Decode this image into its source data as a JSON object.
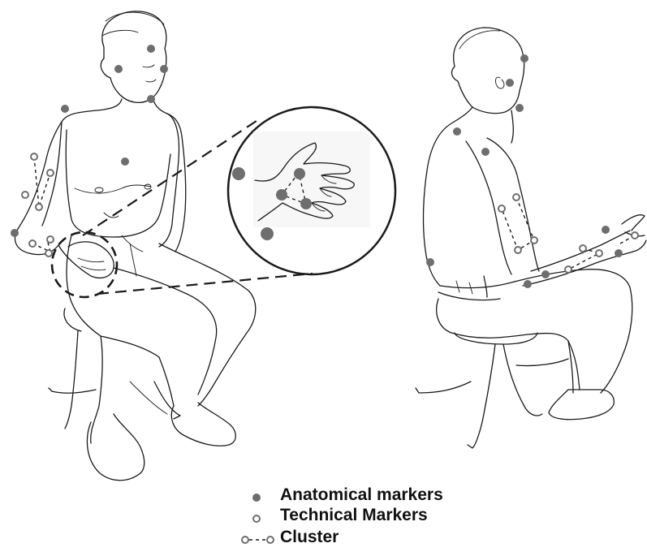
{
  "colors": {
    "anatomical": "#6e6e6e",
    "technical_stroke": "#6e6e6e",
    "ink": "#1a1a1a",
    "background": "#ffffff"
  },
  "legend": {
    "anatomical": "Anatomical markers",
    "technical": "Technical Markers",
    "cluster": "Cluster"
  },
  "icons": {
    "anatomical": "filled-dot-icon",
    "technical": "hollow-dot-icon",
    "cluster": "dashed-cluster-icon"
  }
}
